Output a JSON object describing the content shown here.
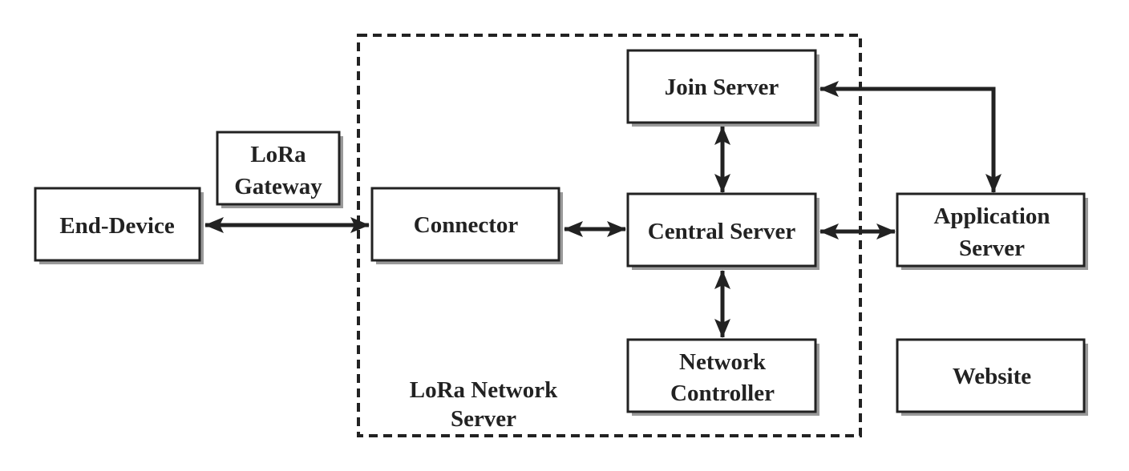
{
  "colors": {
    "stroke": "#222222",
    "box_fill": "#ffffff",
    "shadow": "#9a9a9a"
  },
  "region": {
    "label_line1": "LoRa Network",
    "label_line2": "Server"
  },
  "nodes": {
    "end_device": {
      "line1": "End-Device"
    },
    "lora_gateway": {
      "line1": "LoRa",
      "line2": "Gateway"
    },
    "connector": {
      "line1": "Connector"
    },
    "join_server": {
      "line1": "Join Server"
    },
    "central_server": {
      "line1": "Central Server"
    },
    "network_controller": {
      "line1": "Network",
      "line2": "Controller"
    },
    "application_server": {
      "line1": "Application",
      "line2": "Server"
    },
    "website": {
      "line1": "Website"
    }
  },
  "edges": [
    {
      "from": "end_device",
      "to": "connector",
      "direction": "both"
    },
    {
      "from": "connector",
      "to": "central_server",
      "direction": "both"
    },
    {
      "from": "join_server",
      "to": "central_server",
      "direction": "both"
    },
    {
      "from": "central_server",
      "to": "network_controller",
      "direction": "both"
    },
    {
      "from": "central_server",
      "to": "application_server",
      "direction": "both"
    },
    {
      "from": "join_server",
      "to": "application_server",
      "direction": "both"
    }
  ]
}
